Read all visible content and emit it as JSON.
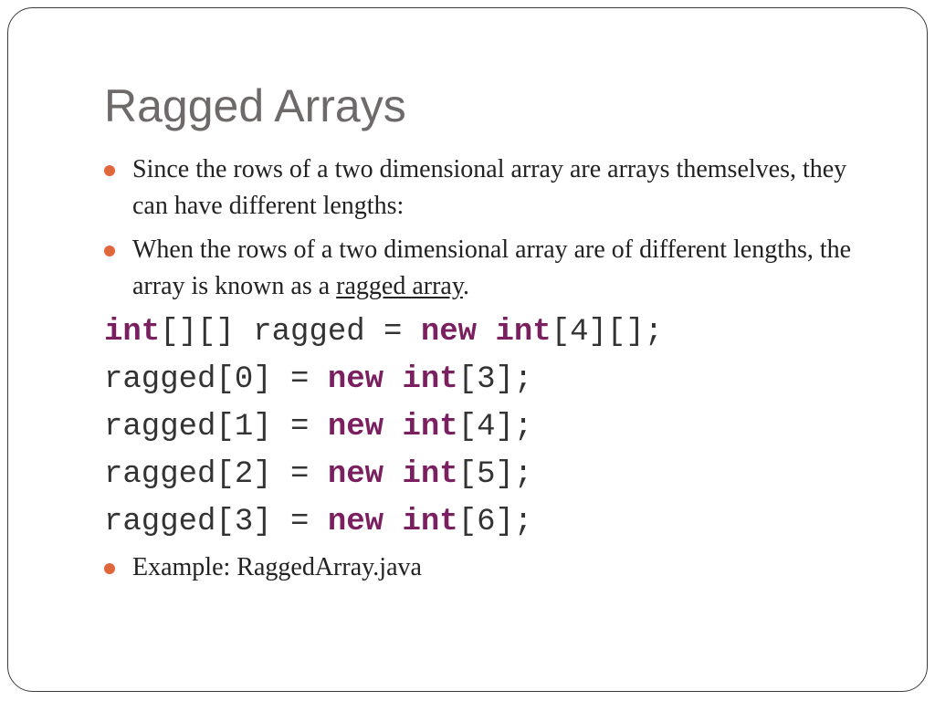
{
  "slide": {
    "title": "Ragged Arrays",
    "accent_color": "#e0673c",
    "keyword_color": "#7a1f5f",
    "bullets": [
      {
        "text": "Since the rows of a two dimensional array are arrays themselves, they can have different lengths:"
      },
      {
        "text_before": "When the rows of a two dimensional array are of different lengths, the array is known as a ",
        "underlined": "ragged array",
        "text_after": "."
      }
    ],
    "code": {
      "line0": {
        "kw1": "int",
        "p1": "[][] ragged = ",
        "kw2": "new",
        "kw3": "int",
        "p2": "[4][];"
      },
      "line1": {
        "p0": "ragged[0] = ",
        "kw2": "new",
        "kw3": "int",
        "p2": "[3];"
      },
      "line2": {
        "p0": "ragged[1] = ",
        "kw2": "new",
        "kw3": "int",
        "p2": "[4];"
      },
      "line3": {
        "p0": "ragged[2] = ",
        "kw2": "new",
        "kw3": "int",
        "p2": "[5];"
      },
      "line4": {
        "p0": "ragged[3] = ",
        "kw2": "new",
        "kw3": "int",
        "p2": "[6];"
      }
    },
    "example": "Example: RaggedArray.java"
  }
}
